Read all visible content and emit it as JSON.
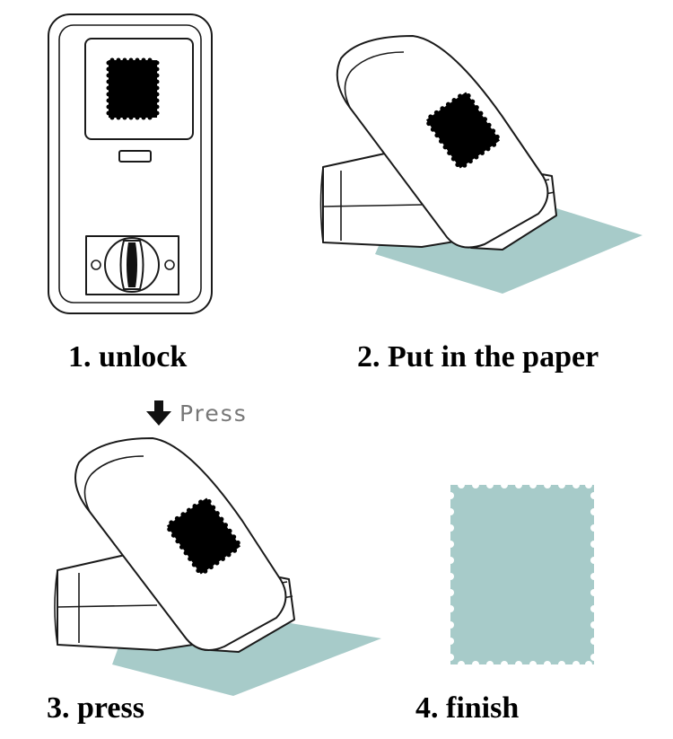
{
  "steps": [
    {
      "caption": "1. unlock"
    },
    {
      "caption": "2. Put in the paper"
    },
    {
      "caption": "3. press"
    },
    {
      "caption": "4. finish"
    }
  ],
  "press_label": "Press",
  "colors": {
    "paper": "#a7cbc9",
    "outline": "#1a1a1a",
    "stamp": "#000000",
    "press_text": "#777777"
  },
  "icons": [
    "arrow-down-icon",
    "punch-device",
    "stamp-shape"
  ]
}
